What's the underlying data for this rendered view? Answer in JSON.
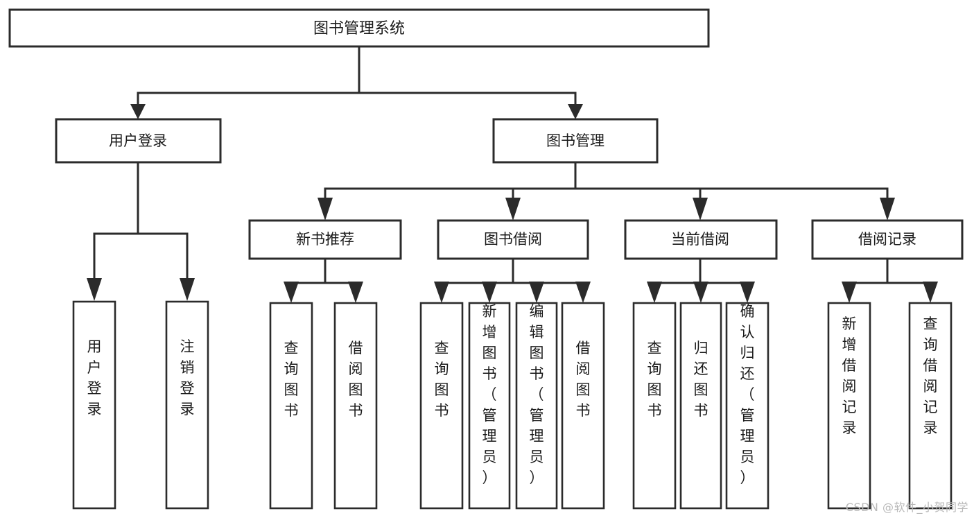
{
  "diagram": {
    "type": "tree",
    "title": "图书管理系统",
    "orientation": "top-down",
    "colors": {
      "box_stroke": "#2b2b2b",
      "box_fill": "#ffffff",
      "connector": "#2b2b2b",
      "text": "#1a1a1a",
      "background": "#ffffff",
      "watermark": "#b9b9b9"
    },
    "root": {
      "label": "图书管理系统"
    },
    "level2": [
      {
        "label": "用户登录"
      },
      {
        "label": "图书管理"
      }
    ],
    "level3": [
      {
        "label": "新书推荐"
      },
      {
        "label": "图书借阅"
      },
      {
        "label": "当前借阅"
      },
      {
        "label": "借阅记录"
      }
    ],
    "leaves": {
      "user_login": [
        {
          "label": "用户登录"
        },
        {
          "label": "注销登录"
        }
      ],
      "new_book_recommend": [
        {
          "label": "查询图书"
        },
        {
          "label": "借阅图书"
        }
      ],
      "book_borrow": [
        {
          "label": "查询图书"
        },
        {
          "label": "新增图书（管理员）"
        },
        {
          "label": "编辑图书（管理员）"
        },
        {
          "label": "借阅图书"
        }
      ],
      "current_borrow": [
        {
          "label": "查询图书"
        },
        {
          "label": "归还图书"
        },
        {
          "label": "确认归还（管理员）"
        }
      ],
      "borrow_record": [
        {
          "label": "新增借阅记录"
        },
        {
          "label": "查询借阅记录"
        }
      ]
    }
  },
  "watermark": {
    "text": "CSDN @软件_小贺同学"
  }
}
